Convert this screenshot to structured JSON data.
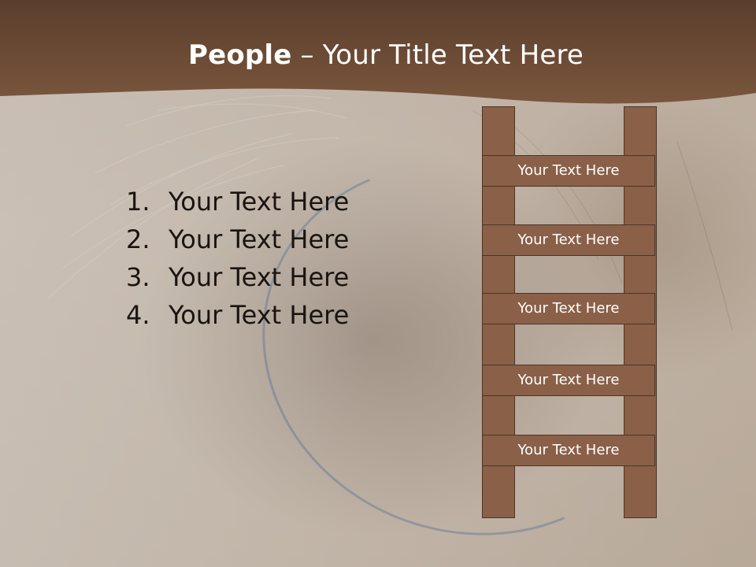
{
  "slide": {
    "title_bold": "People",
    "title_rest": " – Your Title Text Here"
  },
  "list": {
    "items": [
      {
        "num": "1.",
        "text": "Your Text Here"
      },
      {
        "num": "2.",
        "text": "Your Text Here"
      },
      {
        "num": "3.",
        "text": "Your Text Here"
      },
      {
        "num": "4.",
        "text": "Your Text Here"
      }
    ]
  },
  "ladder": {
    "rungs": [
      "Your Text Here",
      "Your Text Here",
      "Your Text Here",
      "Your Text Here",
      "Your Text Here"
    ]
  },
  "colors": {
    "header_brown": "#6b4b35",
    "ladder_fill": "#8a6048",
    "ladder_border": "#4e3426",
    "title_text": "#ffffff",
    "body_text": "#1a1410"
  }
}
